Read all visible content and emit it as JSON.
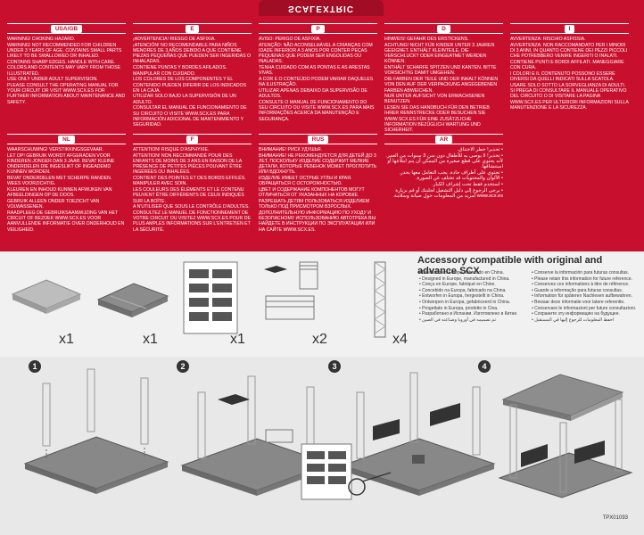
{
  "brand": "SCALEXTRIC",
  "warnings_row1": [
    {
      "lang": "USA/GB",
      "lines": [
        "WARNING! CHOKING HAZARD.",
        "WARNING! NOT RECOMMENDED FOR CHILDREN UNDER 3 YEARS OF AGE. CONTAINS SMALL PARTS LIKELY TO BE SWALLOWED OR INHALED.",
        "CONTAINS SHARP EDGES. HANDLE WITH CARE.",
        "COLORS AND CONTENTS MAY VARY FROM THOSE ILLUSTRATED.",
        "USE ONLY UNDER ADULT SUPERVISION.",
        "PLEASE CONSULT THE OPERATING MANUAL FOR YOUR CIRCUIT OR VISIT WWW.SCX.ES FOR FURTHER INFORMATION ABOUT MAINTENANCE AND SAFETY."
      ]
    },
    {
      "lang": "E",
      "lines": [
        "¡ADVERTENCIA! RIESGO DE ASFIXIA.",
        "¡ATENCIÓN! NO RECOMENDABLE PARA NIÑOS MENORES DE 3 AÑOS DEBIDO A QUE CONTIENE PIEZAS PEQUEÑAS QUE PUEDEN SER INGERIDAS O INHALADAS.",
        "CONTIENE PUNTAS Y BORDES AFILADOS.",
        "MANIPULAR CON CUIDADO.",
        "LOS COLORES DE LOS COMPONENTES Y EL CONTENIDO PUEDEN DIFERIR DE LOS INDICADOS EN LA CAJA.",
        "UTILIZAR SOLO BAJO LA SUPERVISIÓN DE UN ADULTO.",
        "CONSULTAR EL MANUAL DE FUNCIONAMIENTO DE SU CIRCUITO O VISITE WWW.SCX.ES PARA INFORMACIÓN ADICIONAL DE MANTENIMIENTO Y SEGURIDAD."
      ]
    },
    {
      "lang": "P",
      "lines": [
        "AVISO: PERIGO DE ASFIXIA.",
        "ATENÇÃO: NÃO ACONSELHÁVEL A CRIANÇAS COM IDADE INFERIOR A 3 ANOS POR CONTER PEÇAS PEQUENAS QUE PODEM SER ENGOLIDAS OU INALADAS.",
        "TENHA CUIDADO COM AS PONTAS E AS ARESTAS VIVAS.",
        "A COR E O CONTEÚDO PODEM VARIAR DAQUELES NA ILUSTRAÇÃO.",
        "UTILIZAR APENAS DEBAIXO DA SUPERVISÃO DE ADULTOS.",
        "CONSULTE O MANUAL DE FUNCIONAMENTO DO SEU CIRCUITO OU VISITE WWW.SCX.ES PARA MAIS INFORMAÇÕES ACERCA DA MANUTENÇÃO E SEGURANÇA."
      ]
    },
    {
      "lang": "D",
      "lines": [
        "HINWEIS! GEFAHR DES ERSTICKENS.",
        "ACHTUNG! NICHT FÜR KINDER UNTER 3 JAHREN GEEIGNET. ENTHÄLT KLEINTEILE, DIE VERSCHLUCKT ODER EINGEATMET WERDEN KÖNNEN.",
        "ENTHÄLT SCHARFE SPITZEN UND KANTEN. BITTE VORSICHTIG DAMIT UMGEHEN.",
        "DIE FARBEN DER TEILE UND DER INHALT KÖNNEN VON DEN AUF DER VERPACKUNG ANGEGEBENEN FARBEN ABWEICHEN.",
        "NUR UNTER AUFSICHT VON ERWACHSENEN BENUTZEN.",
        "LESEN SIE DAS HANDBUCH FÜR DEN BETRIEB IHRER RENNSTRECKE ODER BESUCHEN SIE WWW.SCX.ES FÜR EINE ZUSÄTZLICHE INFORMATION BEZÜGLICH WARTUNG UND SICHERHEIT."
      ]
    },
    {
      "lang": "I",
      "lines": [
        "AVVERTENZA: RISCHIO ASFISSIA.",
        "AVVERTENZA: NON RACCOMANDATO PER I MINORI DI 3 ANNI, IN QUANTO CONTIENE DEI PEZZI PICCOLI CHE POTREBBERO VENIRE INGERITI O INALATI.",
        "CONTIENE PUNTI E BORDI AFFILATI. MANEGGIARE CON CURA.",
        "I COLORI E IL CONTENUTO POSSONO ESSERE DIVERSI DA QUELLI INDICATI SULLA SCATOLA.",
        "USARE SOLO SOTTO LA SORVEGLIANZA DI ADULTI.",
        "SI PREGA DI CONSULTARE IL MANUALE OPERATIVO DEL CIRCUITO O DI VISITARE LA PAGINA WWW.SCX.ES PER ULTERIORI INFORMAZIONI SULLA MANUTENZIONE E LA SICUREZZA."
      ]
    }
  ],
  "warnings_row2": [
    {
      "lang": "NL",
      "lines": [
        "WAARSCHUWING! VERSTIKKINGSGEVAAR.",
        "LET OP! GEBRUIK WORDT AFGERADEN VOOR KINDEREN JONGER DAN 3 JAAR. BEVAT KLEINE ONDERDELEN DIE INGESLIKT OF INGEADEMD KUNNEN WORDEN.",
        "BEVAT ONDERDELEN MET SCHERPE RANDEN. WEES VOORZICHTIG.",
        "KLEUREN EN INHOUD KUNNEN AFWIJKEN VAN AFBEELDINGEN OP DE DOOS.",
        "GEBRUIK ALLEEN ONDER TOEZICHT VAN VOLWASSENEN.",
        "RAADPLEEG DE GEBRUIKSAANWIJZING VAN HET CIRCUIT OF BEZOEK WWW.SCX.ES VOOR AANVULLENDE INFORMATIE OVER ONDERHOUD EN VEILIGHEID."
      ]
    },
    {
      "lang": "F",
      "lines": [
        "ATTENTION! RISQUE D'ASPHYXIE.",
        "ATTENTION! NON RECOMMANDÉ POUR DES ENFANTS DE MOINS DE 3 ANS EN RAISON DE LA PRÉSENCE DE PETITES PIÈCES POUVANT ÊTRE INGÉRÉES OU INHALÉES.",
        "CONTIENT DES POINTES ET DES BORDS EFFILÉS. MANIPULER AVEC SOIN.",
        "LES COULEURS DES ÉLÉMENTS ET LE CONTENU PEUVENT ÊTRE DIFFÉRENTS DE CEUX INDIQUÉS SUR LA BOÎTE.",
        "A N'UTILISER QUE SOUS LE CONTRÔLE D'ADULTES.",
        "CONSULTEZ LE MANUEL DE FONCTIONNEMENT DE VOTRE CIRCUIT OU VISITEZ WWW.SCX.ES POUR DE PLUS AMPLES INFORMATIONS SUR L'ENTRETIEN ET LA SÉCURITÉ."
      ]
    },
    {
      "lang": "RUS",
      "lines": [
        "ВНИМАНИЕ! РИСК УДУШЬЯ.",
        "ВНИМАНИЕ! НЕ РЕКОМЕНДУЕТСЯ ДЛЯ ДЕТЕЙ ДО 3 ЛЕТ, ПОСКОЛЬКУ ИЗДЕЛИЕ СОДЕРЖИТ МЕЛКИЕ ДЕТАЛИ, КОТОРЫЕ РЕБЕНОК МОЖЕТ ПРОГЛОТИТЬ ИЛИ ВДОХНУТЬ.",
        "ИЗДЕЛИЕ ИМЕЕТ ОСТРЫЕ УГЛЫ И КРАЯ. ОБРАЩАТЬСЯ С ОСТОРОЖНОСТЬЮ.",
        "ЦВЕТ И СОДЕРЖАНИЕ КОМПОНЕНТОВ МОГУТ ОТЛИЧАТЬСЯ ОТ УКАЗАННЫХ НА КОРОБКЕ.",
        "РАЗРЕШАТЬ ДЕТЯМ ПОЛЬЗОВАТЬСЯ ИЗДЕЛИЕМ ТОЛЬКО ПОД ПРИСМОТРОМ ВЗРОСЛЫХ.",
        "ДОПОЛНИТЕЛЬНУЮ ИНФОРМАЦИЮ ПО УХОДУ И БЕЗОПАСНОМУ ИСПОЛЬЗОВАНИЮ АВТОТРЕКА ВЫ НАЙДЕТЕ В ИНСТРУКЦИИ ПО ЭКСПЛУАТАЦИИ ИЛИ НА САЙТЕ WWW.SCX.ES."
      ]
    },
    {
      "lang": "AR",
      "lines": [
        "• تحذير! خطر الاختناق.",
        "• تحذير! لا يوصى به للأطفال دون سن 3 سنوات من العمر. لأنه يحتوي على قطع صغيرة من الممكن أن يتم ابتلاعها أو استنشاقها.",
        "• تحتوي على أطراف حادة. يجب التعامل معها بحذر.",
        "• الألوان والمحتويات قد تختلف عن الصورة.",
        "• استخدم فقط تحت إشراف الكبار.",
        "• يرجى الرجوع إلى دليل التشغيل لحلبتك أو قم بزيارة www.scx.es لمزيد من المعلومات حول صيانة وسلامة."
      ]
    }
  ],
  "accessory": {
    "title": "Accessory compatible with original and advance SCX",
    "col1": [
      "• Diseñado en Europa, fabricado en China.",
      "• Designed in Europe, manufactured in China.",
      "• Conçu en Europe, fabriqué en Chine.",
      "• Concebido na Europa, fabricado na China.",
      "• Entworfen in Europa, hergestellt in China.",
      "• Ontworpen in Europa, gefabriceerd in China.",
      "• Progettato in Europa, prodotto in Cina.",
      "• Разработано в Испании. Изготовлено в Китае.",
      "• تم تصميمه في أوروبا وصناعته في الصين"
    ],
    "col2": [
      "• Conserve la información para futuras consultas.",
      "• Please retain this information for future reference.",
      "• Conservez ces informations à titre de référence.",
      "• Guarde a informação para futuras consultas.",
      "• Information für späteren Nachlesen aufbewahren.",
      "• Bewaar deze informatie voor latere referentie.",
      "• Conservare le informazioni per future consultazioni.",
      "• Сохраните эту информацию на будущее.",
      "• احفظ المعلومات للرجوع إليها في المستقبل"
    ]
  },
  "quantities": [
    "x1",
    "x1",
    "x1",
    "x2",
    "x4"
  ],
  "steps": [
    "1",
    "2",
    "3",
    "4"
  ],
  "product_code": "TPX01093",
  "colors": {
    "red": "#c8102e",
    "dark_red": "#a10d25",
    "grey": "#7a7a7a"
  }
}
